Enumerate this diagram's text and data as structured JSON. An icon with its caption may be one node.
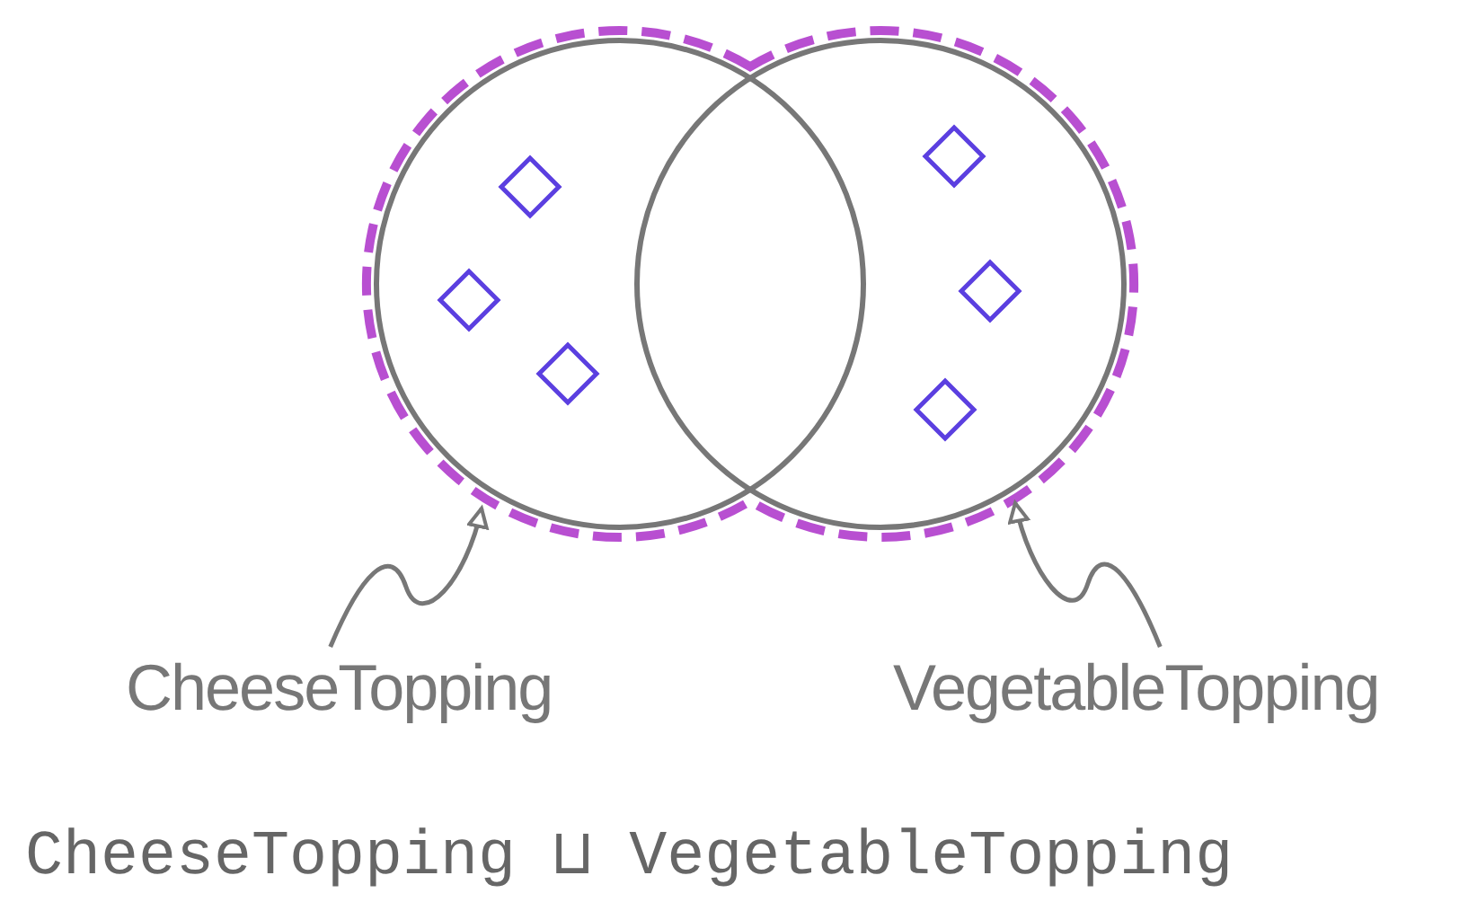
{
  "diagram": {
    "nodes": [
      {
        "text": [],
        "shape": "circle"
      },
      {
        "text": [],
        "shape": "circle"
      },
      {
        "text": [],
        "shape": "diamond",
        "in": 0
      },
      {
        "text": [],
        "shape": "diamond",
        "in": 0
      },
      {
        "text": [],
        "shape": "diamond",
        "in": 0
      },
      {
        "text": [],
        "shape": "diamond",
        "in": 1
      },
      {
        "text": [],
        "shape": "diamond",
        "in": 1
      },
      {
        "text": [],
        "shape": "diamond",
        "in": 1
      },
      {
        "text": [
          "CheeseTopping"
        ]
      },
      {
        "text": [
          "VegetableTopping"
        ]
      }
    ],
    "edges": [
      {
        "from": 8,
        "to": 0,
        "arrow": "to"
      },
      {
        "from": 9,
        "to": 1,
        "arrow": "to"
      }
    ],
    "labels": [
      "CheeseTopping ⊔ VegetableTopping"
    ]
  }
}
